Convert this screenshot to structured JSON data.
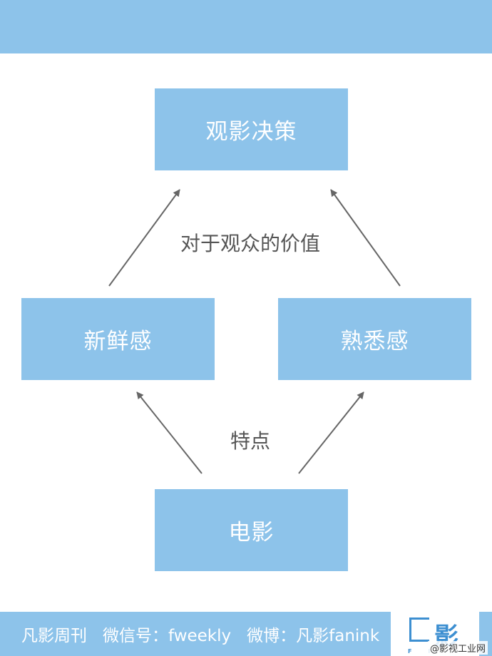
{
  "colors": {
    "accent": "#8dc3ea",
    "arrow": "#666666",
    "label": "#555555"
  },
  "nodes": {
    "decision": "观影决策",
    "novelty": "新鲜感",
    "familiarity": "熟悉感",
    "film": "电影"
  },
  "edge_labels": {
    "value_to_audience": "对于观众的价值",
    "features": "特点"
  },
  "footer": {
    "name": "凡影周刊",
    "wechat": "微信号：fweekly",
    "weibo": "微博：凡影fanink"
  },
  "logo": {
    "text": "影",
    "letters": "F I"
  },
  "watermark": "@影视工业网"
}
